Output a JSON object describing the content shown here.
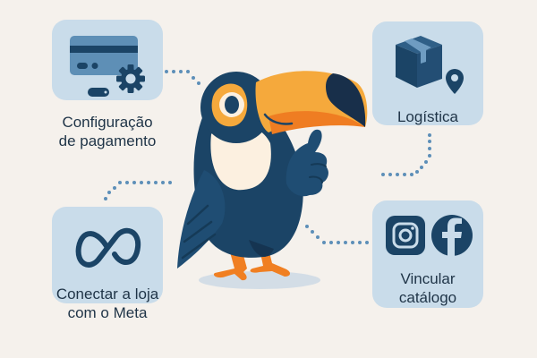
{
  "scene": {
    "background": "#f5f1ec",
    "card_color": "#c9dcea",
    "icon_color": "#1b4466",
    "accent_color": "#f5a93c",
    "connector_color": "#5d8fb8"
  },
  "mascot": {
    "name": "toucan",
    "pose": "thumbs-up"
  },
  "cards": [
    {
      "id": "payment",
      "label_line1": "Configuração",
      "label_line2": "de pagamento",
      "icon": "credit-card-gear-icon"
    },
    {
      "id": "logistics",
      "label_line1": "Logística",
      "label_line2": "",
      "icon": "package-location-icon"
    },
    {
      "id": "meta",
      "label_line1": "Conectar a loja",
      "label_line2": "com o Meta",
      "icon": "meta-infinity-icon"
    },
    {
      "id": "catalog",
      "label_line1": "Vincular",
      "label_line2": "catálogo",
      "icon": "instagram-facebook-icon"
    }
  ]
}
